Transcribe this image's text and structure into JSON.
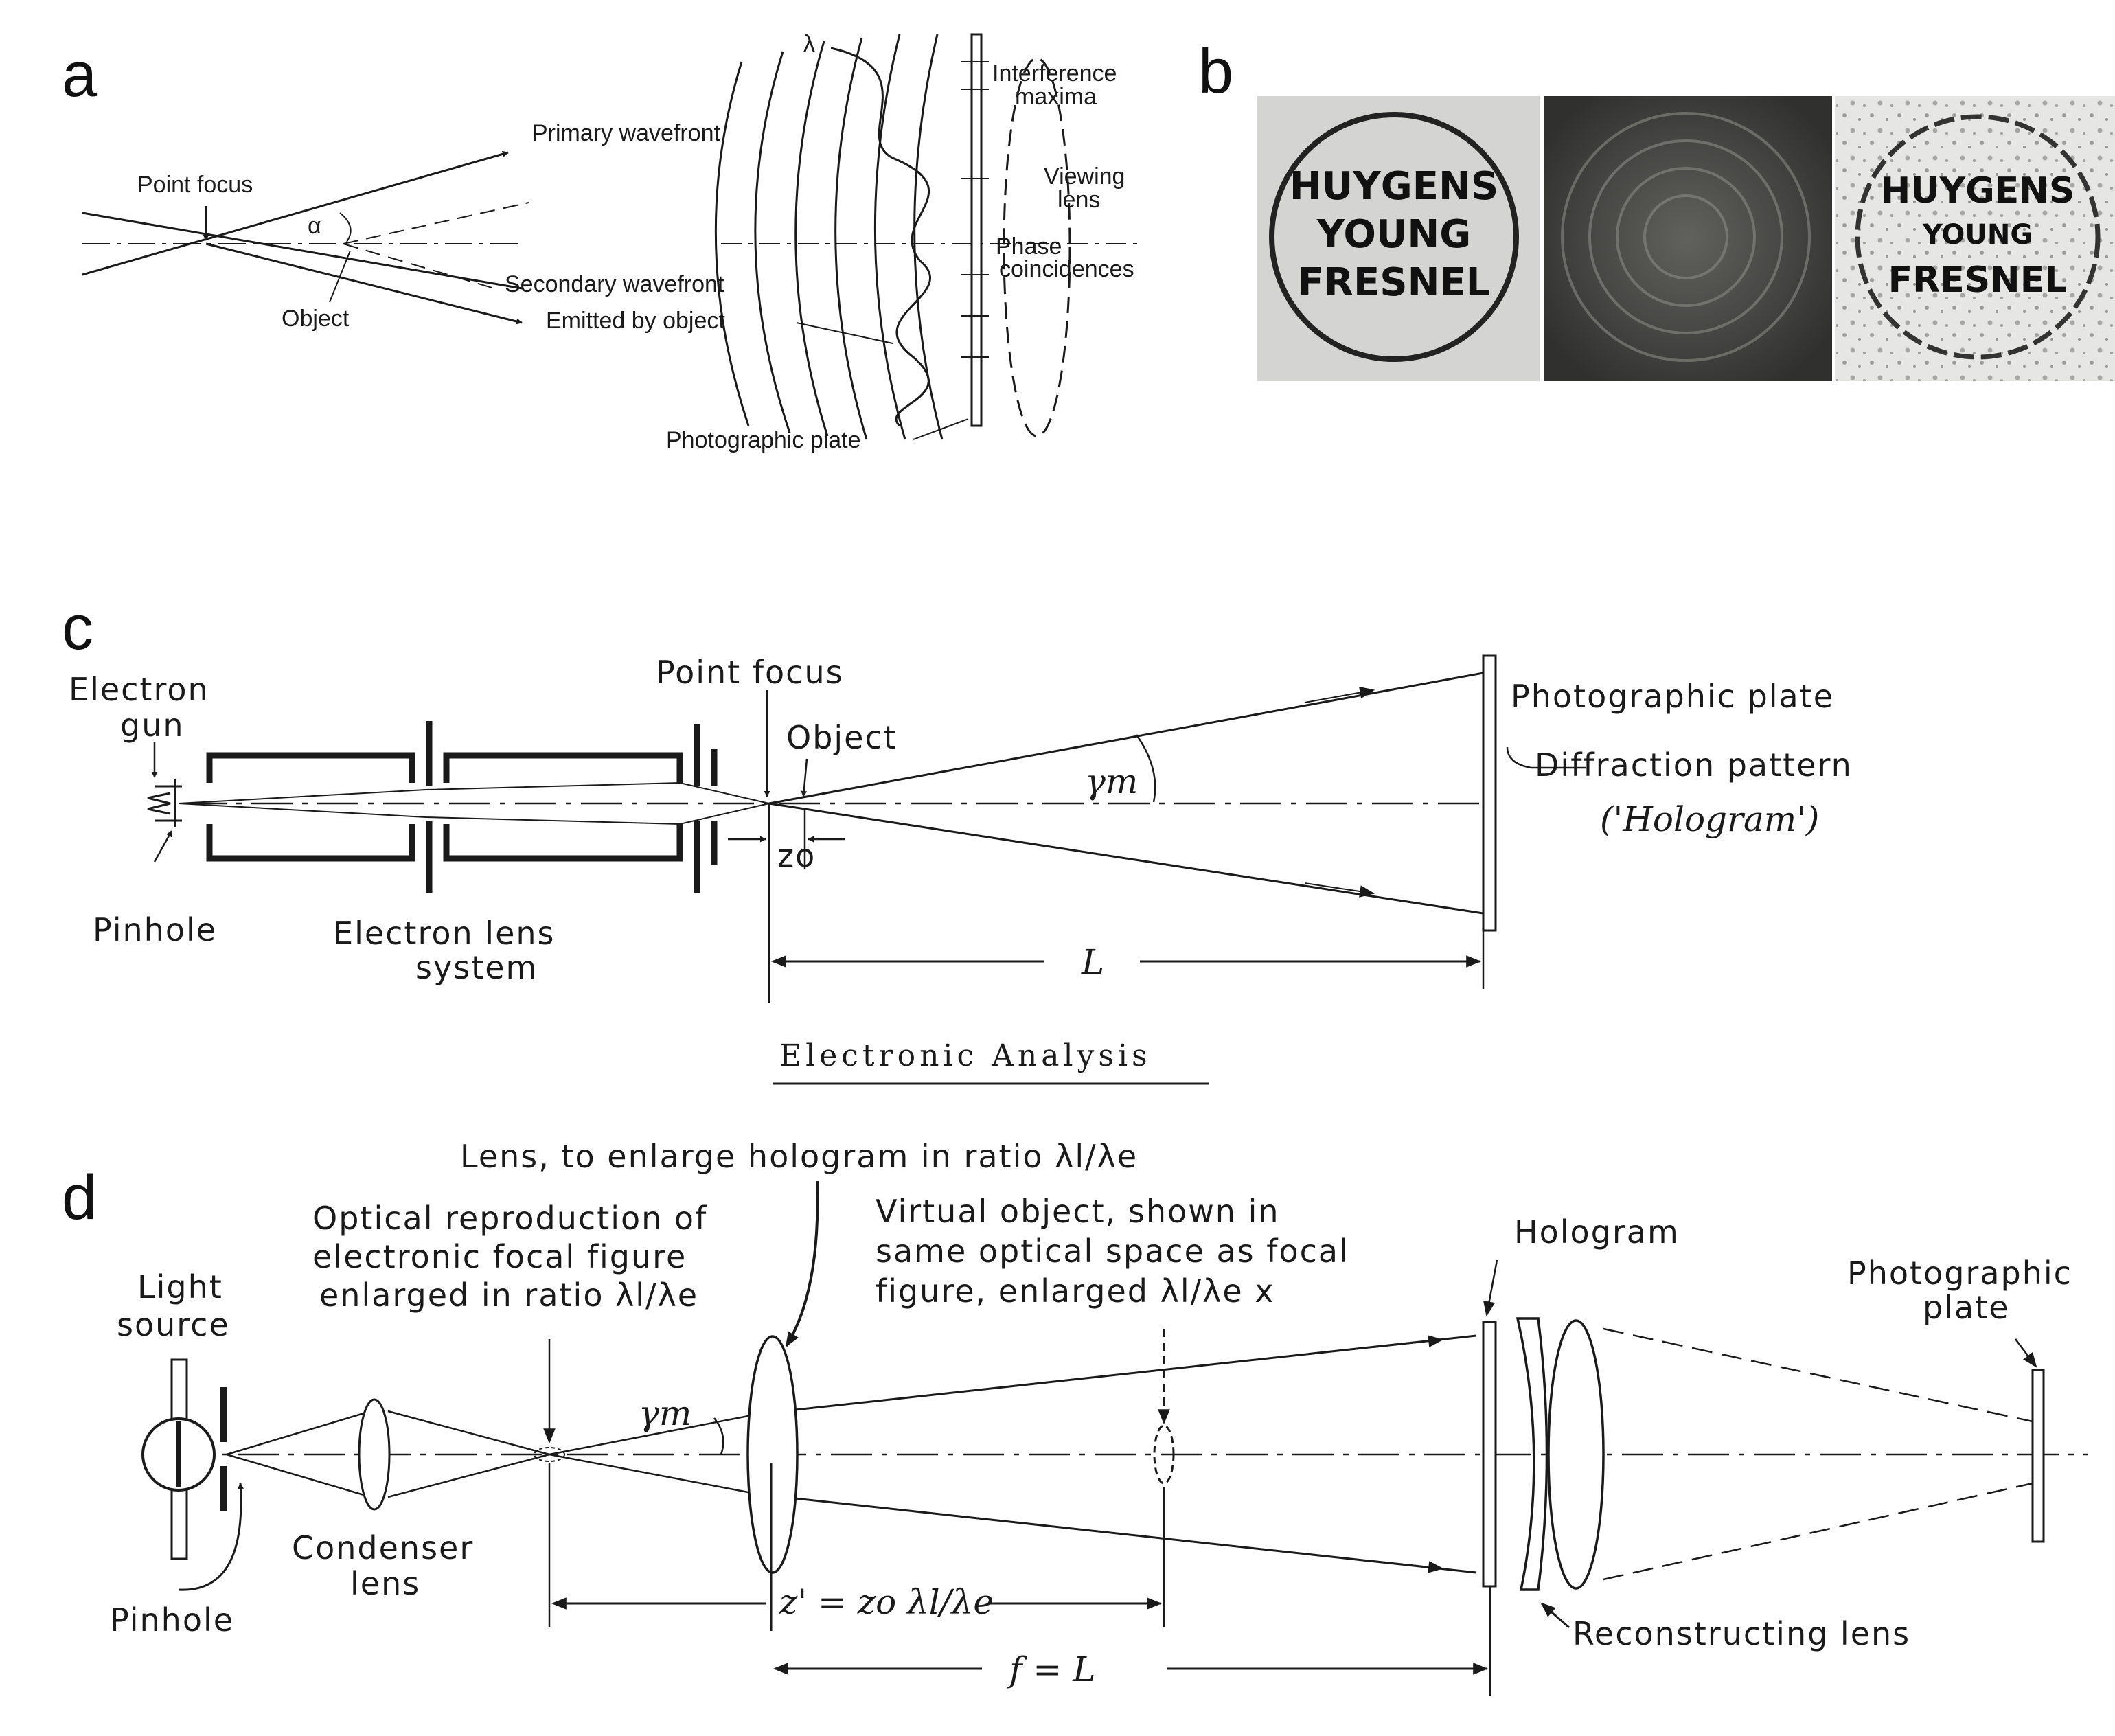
{
  "panels": [
    "a",
    "b",
    "c",
    "d"
  ],
  "panel_a": {
    "point_focus": "Point focus",
    "object": "Object",
    "alpha": "α",
    "primary_wavefront": "Primary wavefront",
    "secondary_wavefront": "Secondary wavefront",
    "emitted_by_object": "Emitted by object",
    "lambda": "λ",
    "interference_maxima_1": "Interference",
    "interference_maxima_2": "maxima",
    "viewing_lens_1": "Viewing",
    "viewing_lens_2": "lens",
    "phase_coincidences_1": "Phase",
    "phase_coincidences_2": "coincidences",
    "photographic_plate": "Photographic plate"
  },
  "panel_b": {
    "photo_text_1": "HUYGENS",
    "photo_text_2": "YOUNG",
    "photo_text_3": "FRESNEL",
    "tile_tones": [
      "#d4d4d2",
      "#3b3b39",
      "#e6e6e4"
    ]
  },
  "panel_c": {
    "electron_gun_1": "Electron",
    "electron_gun_2": "gun",
    "point_focus": "Point focus",
    "object": "Object",
    "gamma_m": "γm",
    "photographic_plate": "Photographic plate",
    "diffraction_pattern": "Diffraction pattern",
    "hologram_quote": "('Hologram')",
    "pinhole": "Pinhole",
    "electron_lens_1": "Electron lens",
    "electron_lens_2": "system",
    "z_o": "zo",
    "L": "L",
    "heading": "Electronic Analysis"
  },
  "panel_d": {
    "lens_enlarge": "Lens, to enlarge hologram in ratio λl/λe",
    "optical_repro_1": "Optical reproduction of",
    "optical_repro_2": "electronic focal figure",
    "optical_repro_3": "enlarged in ratio λl/λe",
    "virtual_object_1": "Virtual object, shown in",
    "virtual_object_2": "same optical space as focal",
    "virtual_object_3": "figure, enlarged λl/λe x",
    "hologram": "Hologram",
    "photographic_plate_1": "Photographic",
    "photographic_plate_2": "plate",
    "light_source_1": "Light",
    "light_source_2": "source",
    "gamma_m": "γm",
    "condenser_1": "Condenser",
    "condenser_2": "lens",
    "pinhole": "Pinhole",
    "z_prime": "z' = zo λl/λe",
    "f_eq_L": "f = L",
    "reconstructing_lens": "Reconstructing lens"
  }
}
